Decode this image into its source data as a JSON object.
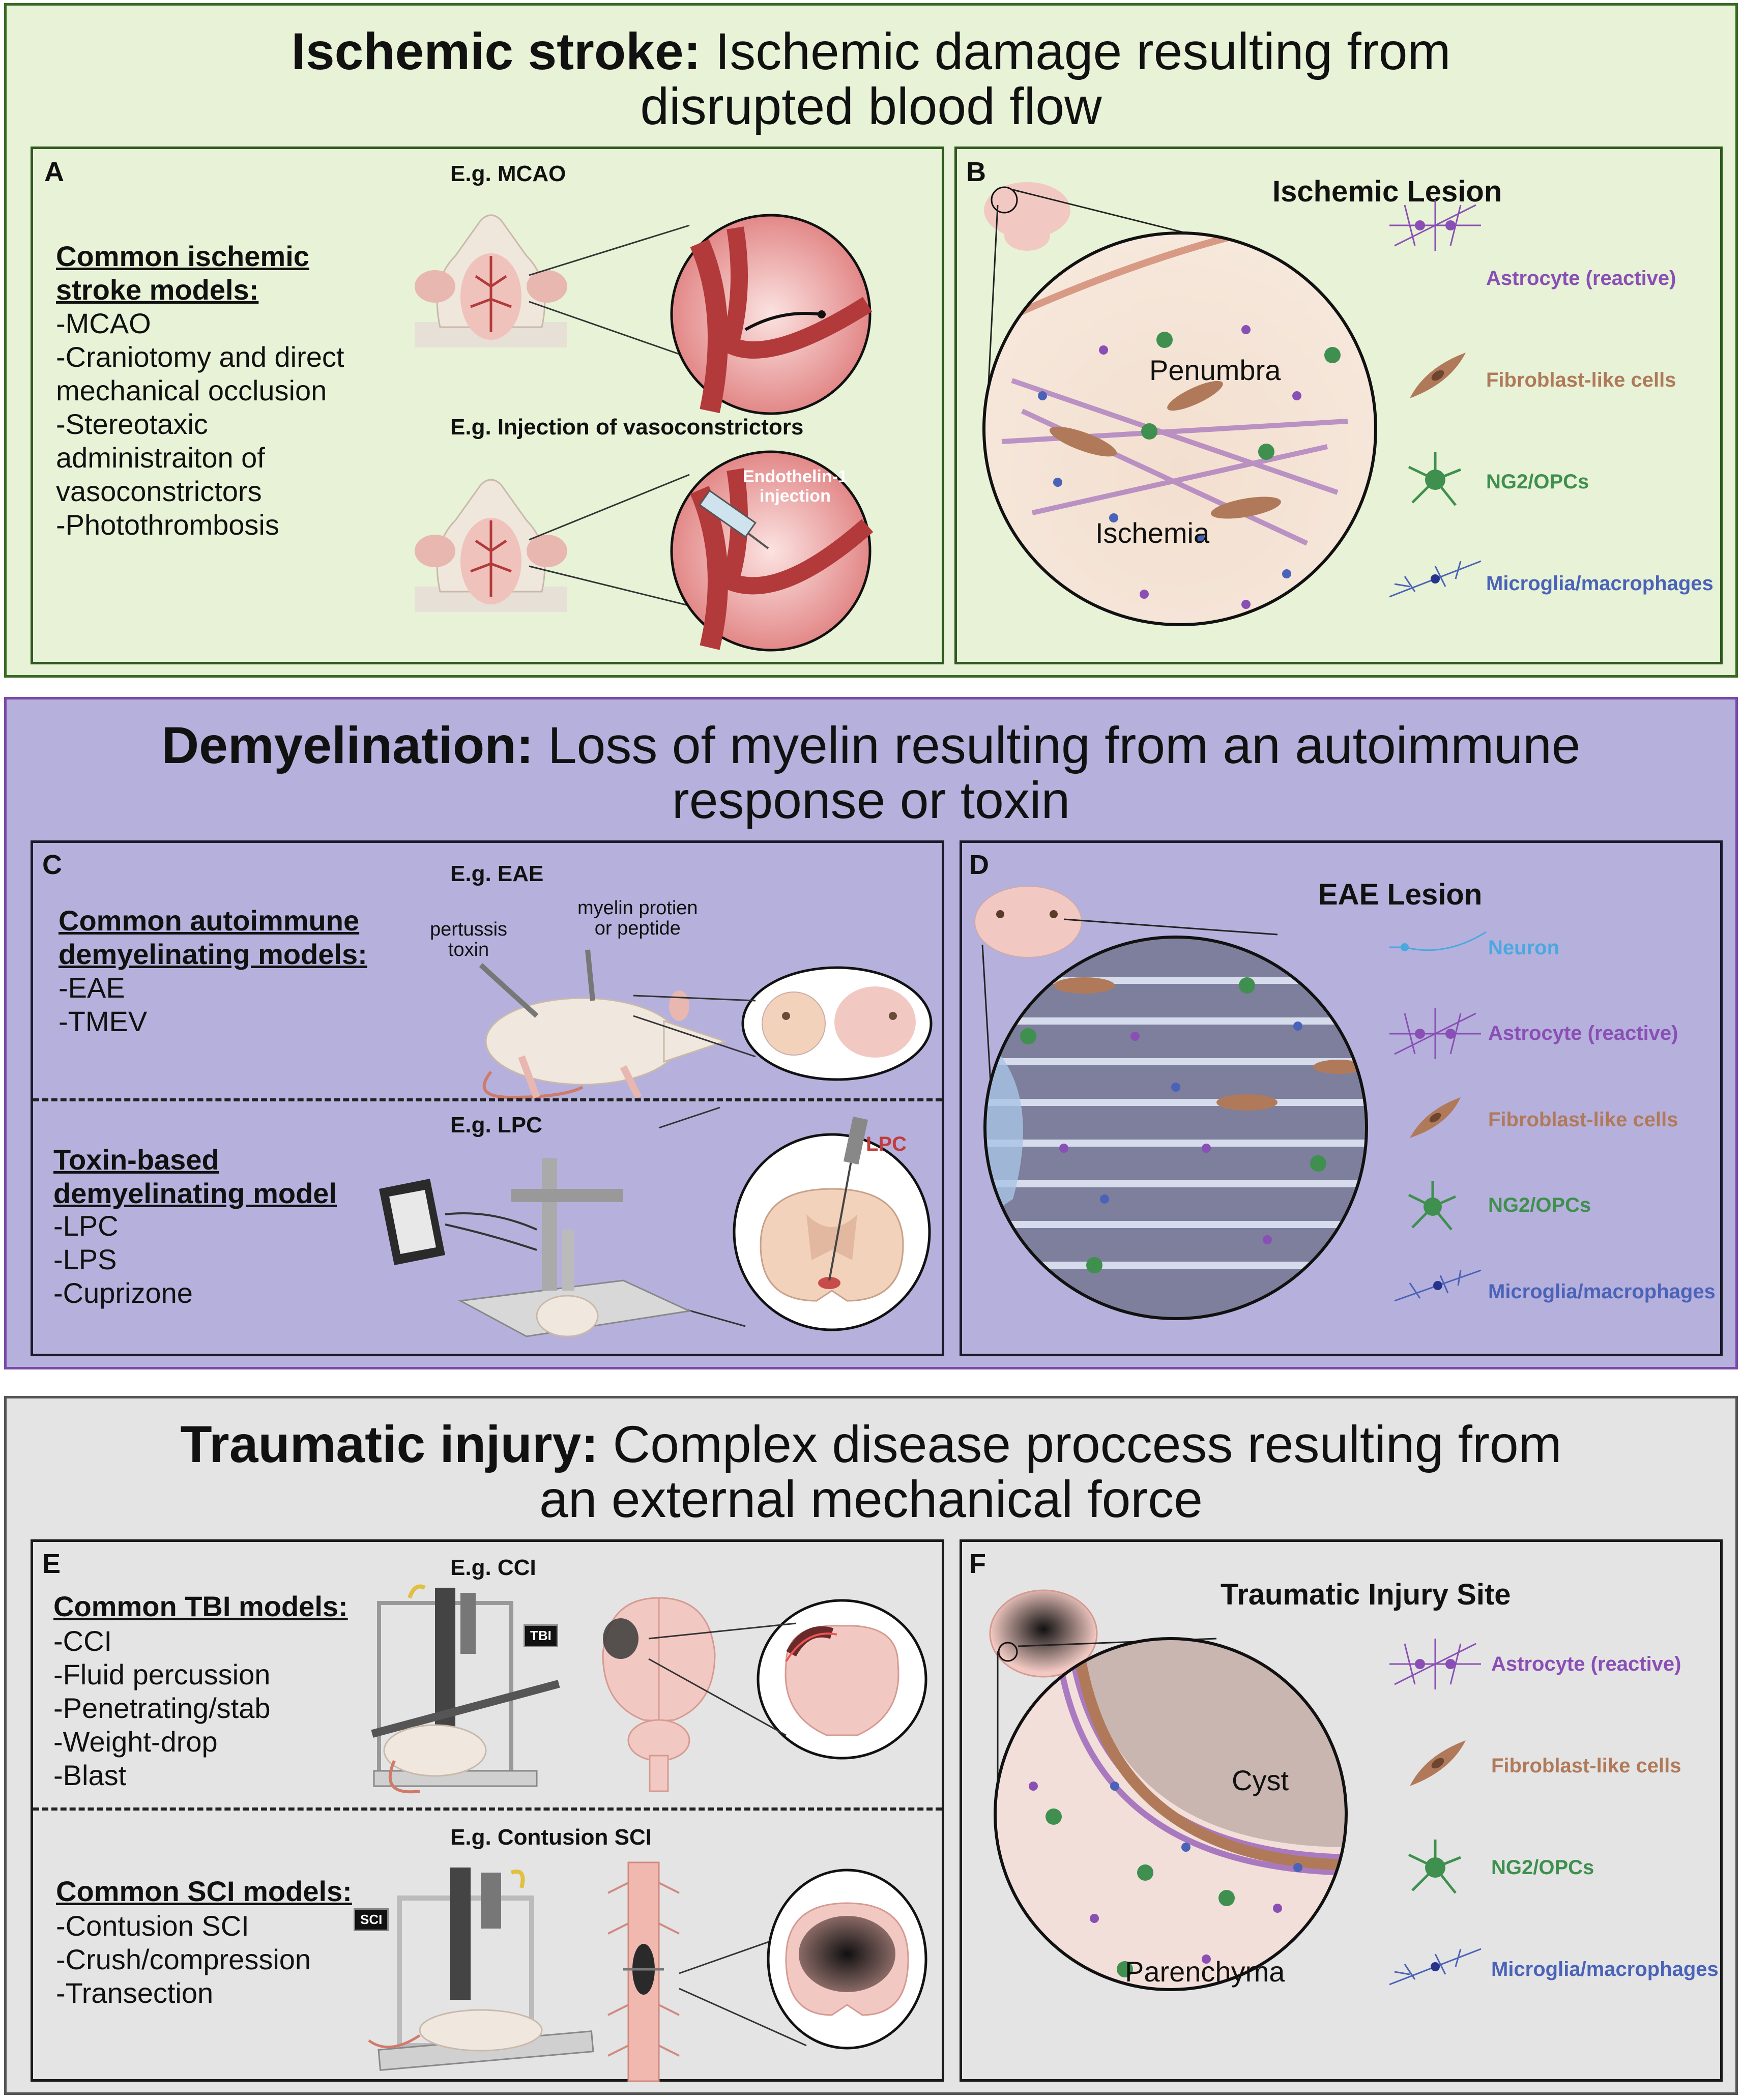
{
  "sections": {
    "ischemic": {
      "title_bold": "Ischemic stroke:",
      "title_rest_1": " Ischemic damage resulting from",
      "title_rest_2": "disrupted blood flow",
      "bg": "#e7f2d6",
      "border": "#3a6b24"
    },
    "demyelination": {
      "title_bold": "Demyelination:",
      "title_rest_1": " Loss of myelin resulting from an autoimmune",
      "title_rest_2": "response or toxin",
      "bg": "#b6b0dc",
      "border": "#7b4aa8"
    },
    "traumatic": {
      "title_bold": "Traumatic injury:",
      "title_rest_1": " Complex disease proccess resulting from",
      "title_rest_2": "an external mechanical force",
      "bg": "#e4e4e4",
      "border": "#555555"
    }
  },
  "panelA": {
    "letter": "A",
    "heading_1": "Common ischemic",
    "heading_2": "stroke models:",
    "items": [
      "-MCAO",
      "-Craniotomy and direct",
      "mechanical occlusion",
      "-Stereotaxic",
      "administraiton of",
      "vasoconstrictors",
      "-Photothrombosis"
    ],
    "example1": "E.g. MCAO",
    "example2": "E.g. Injection of vasoconstrictors",
    "injection_label_1": "Endothelin-1",
    "injection_label_2": "injection"
  },
  "panelB": {
    "letter": "B",
    "title": "Ischemic Lesion",
    "region_1": "Penumbra",
    "region_2": "Ischemia",
    "legend": [
      "Astrocyte (reactive)",
      "Fibroblast-like cells",
      "NG2/OPCs",
      "Microglia/macrophages"
    ]
  },
  "panelC": {
    "letter": "C",
    "example1": "E.g. EAE",
    "heading_1": "Common autoimmune",
    "heading_2": "demyelinating models:",
    "items1": [
      "-EAE",
      "-TMEV"
    ],
    "pertussis_1": "pertussis",
    "pertussis_2": "toxin",
    "myelin_1": "myelin protien",
    "myelin_2": "or peptide",
    "example2": "E.g. LPC",
    "heading2_1": "Toxin-based",
    "heading2_2": "demyelinating model",
    "items2": [
      "-LPC",
      "-LPS",
      "-Cuprizone"
    ],
    "lpc_label": "LPC"
  },
  "panelD": {
    "letter": "D",
    "title": "EAE Lesion",
    "legend": [
      "Neuron",
      "Astrocyte (reactive)",
      "Fibroblast-like cells",
      "NG2/OPCs",
      "Microglia/macrophages"
    ]
  },
  "panelE": {
    "letter": "E",
    "example1": "E.g. CCI",
    "heading_1": "Common TBI models:",
    "items1": [
      "-CCI",
      "-Fluid percussion",
      "-Penetrating/stab",
      "-Weight-drop",
      "-Blast"
    ],
    "device_tbi": "TBI",
    "example2": "E.g. Contusion SCI",
    "heading_2": "Common SCI models:",
    "items2": [
      "-Contusion SCI",
      "-Crush/compression",
      "-Transection"
    ],
    "device_sci": "SCI"
  },
  "panelF": {
    "letter": "F",
    "title": "Traumatic Injury Site",
    "region_1": "Cyst",
    "region_2": "Parenchyma",
    "legend": [
      "Astrocyte (reactive)",
      "Fibroblast-like cells",
      "NG2/OPCs",
      "Microglia/macrophages"
    ]
  },
  "colors": {
    "astrocyte": "#8a4fb5",
    "fibroblast": "#b07a5a",
    "opc": "#3f8f4f",
    "microglia": "#4a63b8",
    "neuron": "#4aa8e0",
    "vessel": "#b23a3a",
    "lpc": "#c23b3b"
  }
}
